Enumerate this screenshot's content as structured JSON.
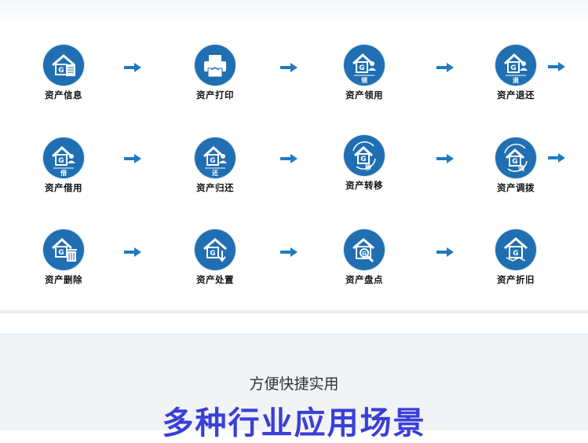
{
  "flow": {
    "items": [
      {
        "label": "资产信息",
        "icon": "house-document-icon",
        "badge": ""
      },
      {
        "label": "资产打印",
        "icon": "printer-icon",
        "badge": ""
      },
      {
        "label": "资产领用",
        "icon": "house-person-icon",
        "badge": "领"
      },
      {
        "label": "资产退还",
        "icon": "house-person-icon",
        "badge": "退"
      },
      {
        "label": "资产借用",
        "icon": "house-person-icon",
        "badge": "借"
      },
      {
        "label": "资产归还",
        "icon": "house-person-icon",
        "badge": "还"
      },
      {
        "label": "资产转移",
        "icon": "house-cycle-icon",
        "badge": "移"
      },
      {
        "label": "资产调拨",
        "icon": "house-cycle-icon",
        "badge": "调"
      },
      {
        "label": "资产删除",
        "icon": "house-trash-icon",
        "badge": ""
      },
      {
        "label": "资产处置",
        "icon": "house-arrow-icon",
        "badge": ""
      },
      {
        "label": "资产盘点",
        "icon": "house-magnifier-icon",
        "badge": ""
      },
      {
        "label": "资产折旧",
        "icon": "house-trend-icon",
        "badge": ""
      }
    ]
  },
  "section": {
    "subtitle": "方便快捷实用",
    "title": "多种行业应用场景"
  },
  "colors": {
    "icon_blue": "#1f6fb2",
    "arrow_blue": "#1f7ac0",
    "title_blue": "#3a3fd8"
  }
}
